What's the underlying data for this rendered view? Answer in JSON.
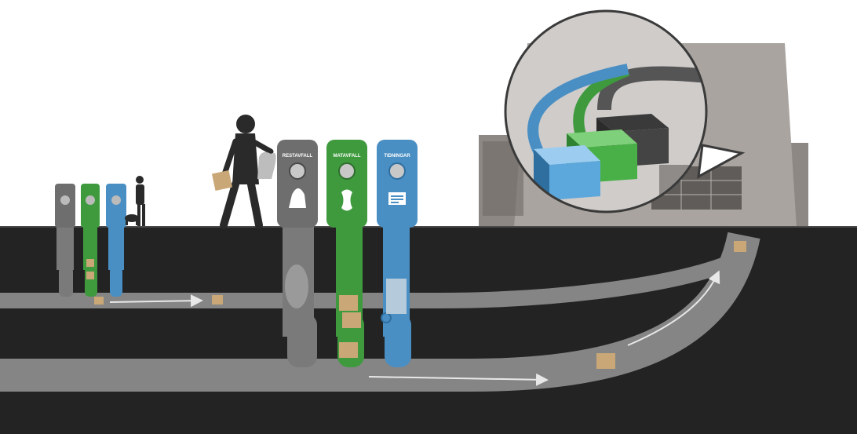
{
  "colors": {
    "underground": "#232323",
    "pipe": "#8a8a8a",
    "rest_bin": "#6e6e6e",
    "food_bin": "#3f9a3e",
    "paper_bin": "#4a8fc4",
    "package": "#c9a777",
    "building": "#a29d98",
    "silhouette": "#2a2a2a"
  },
  "bins": [
    {
      "label": "RESTAVFALL",
      "icon": "trash-bag-icon"
    },
    {
      "label": "MATAVFALL",
      "icon": "apple-core-icon"
    },
    {
      "label": "TIDNINGAR",
      "icon": "newspaper-icon"
    }
  ]
}
